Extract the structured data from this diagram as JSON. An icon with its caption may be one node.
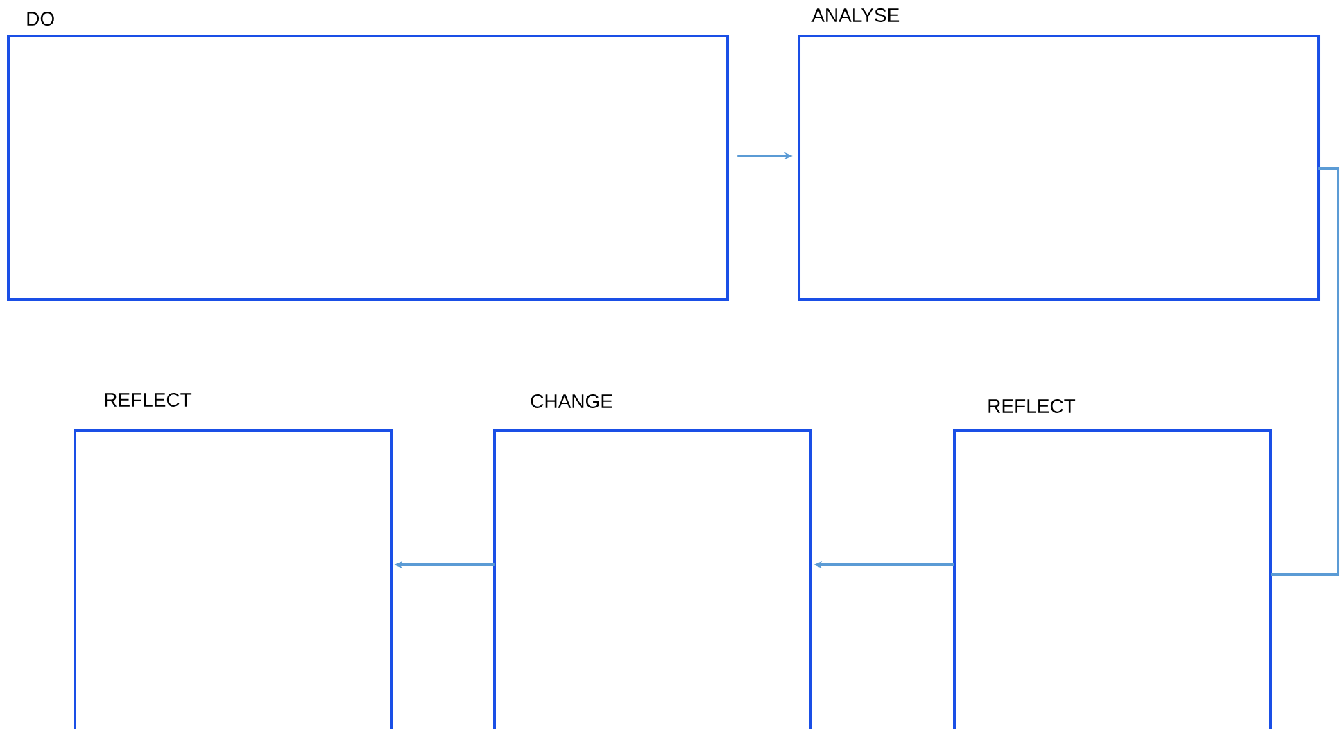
{
  "diagram": {
    "nodes": [
      {
        "text": [
          "DO"
        ]
      },
      {
        "text": [
          "ANALYSE"
        ]
      },
      {
        "text": [
          "REFLECT"
        ]
      },
      {
        "text": [
          "CHANGE"
        ]
      },
      {
        "text": [
          "REFLECT"
        ]
      }
    ],
    "edges": [
      {
        "from": 0,
        "to": 1,
        "arrow": "to"
      },
      {
        "from": 1,
        "to": 4,
        "arrow": "none"
      },
      {
        "from": 4,
        "to": 3,
        "arrow": "to"
      },
      {
        "from": 3,
        "to": 2,
        "arrow": "to"
      }
    ]
  }
}
